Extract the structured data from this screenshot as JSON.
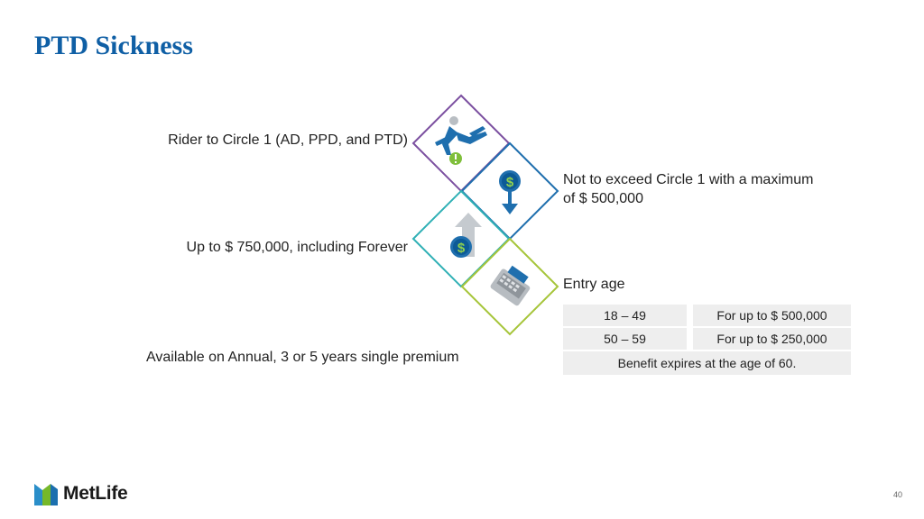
{
  "slide": {
    "title": "PTD Sickness",
    "page_number": "40"
  },
  "left_items": {
    "rider": "Rider to Circle 1 (AD, PPD, and PTD)",
    "coverage": "Up to $ 750,000, including Forever",
    "premium": "Available on Annual, 3 or 5 years single premium"
  },
  "right_items": {
    "limit_line1": "Not to exceed Circle 1 with a maximum",
    "limit_line2": "of $ 500,000",
    "entry_age_label": "Entry age"
  },
  "entry_age_table": {
    "rows": [
      {
        "age": "18 – 49",
        "coverage": "For up to $ 500,000"
      },
      {
        "age": "50 – 59",
        "coverage": "For up to $ 250,000"
      }
    ],
    "footer": "Benefit expires at the age of 60."
  },
  "icons": {
    "diamond_1": "slipping-person-icon",
    "diamond_2": "dollar-down-icon",
    "diamond_3": "dollar-up-icon",
    "diamond_4": "cash-register-icon"
  },
  "colors": {
    "title": "#0f5fa5",
    "diamond_purple": "#7b4fa0",
    "diamond_blue": "#1f6fae",
    "diamond_teal": "#2fb0b5",
    "diamond_green": "#a6c53a"
  },
  "logo": {
    "text": "MetLife"
  }
}
